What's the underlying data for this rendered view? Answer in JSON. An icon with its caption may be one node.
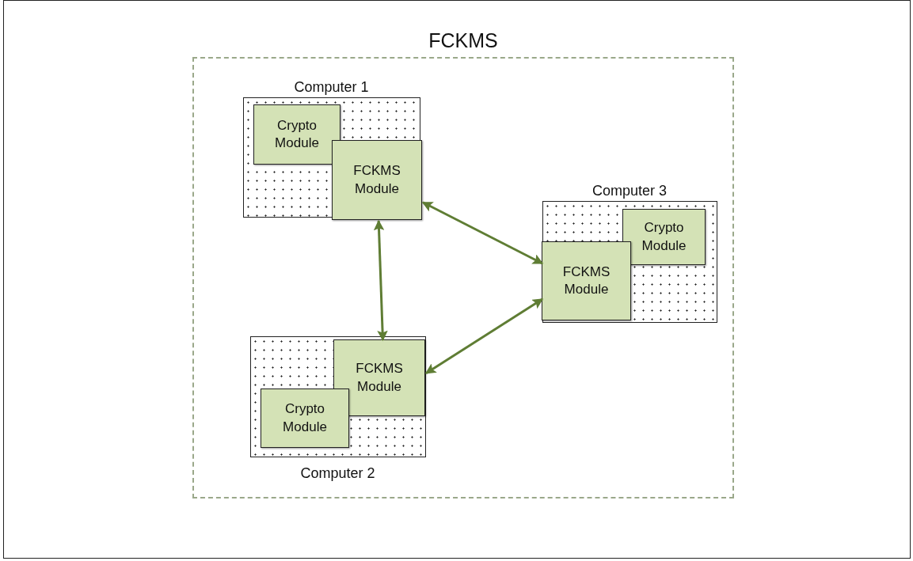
{
  "diagram": {
    "nodes": [
      {
        "text": [
          "FCKMS"
        ]
      },
      {
        "text": [
          "Computer 1"
        ],
        "in": 0
      },
      {
        "text": [
          "Crypto Module"
        ],
        "in": 1
      },
      {
        "text": [
          "FCKMS Module"
        ],
        "in": 1
      },
      {
        "text": [
          "Computer 3"
        ],
        "in": 0
      },
      {
        "text": [
          "Crypto Module"
        ],
        "in": 4
      },
      {
        "text": [
          "FCKMS Module"
        ],
        "in": 4
      },
      {
        "text": [
          "Computer 2"
        ],
        "in": 0
      },
      {
        "text": [
          "FCKMS Module"
        ],
        "in": 7
      },
      {
        "text": [
          "Crypto Module"
        ],
        "in": 7
      }
    ],
    "edges": [
      {
        "from": 3,
        "to": 6,
        "arrow": "both"
      },
      {
        "from": 3,
        "to": 8,
        "arrow": "both"
      },
      {
        "from": 8,
        "to": 6,
        "arrow": "both"
      }
    ]
  }
}
